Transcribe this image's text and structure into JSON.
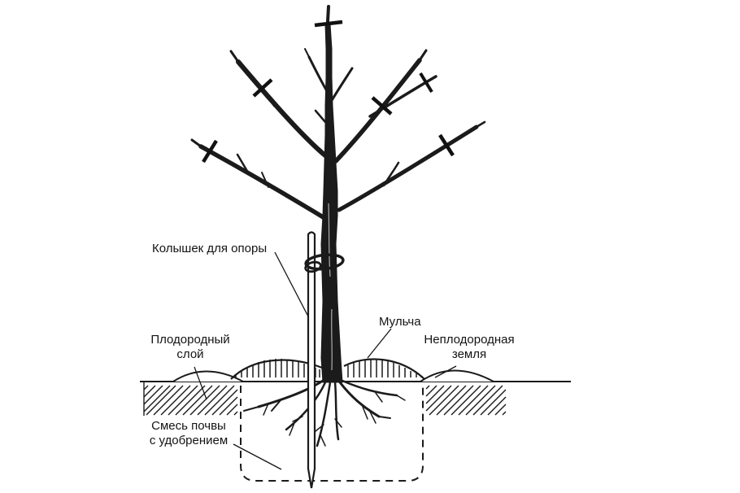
{
  "diagram": {
    "type": "tree-planting-scheme",
    "colors": {
      "ink": "#1b1b1b",
      "background": "#ffffff"
    },
    "labels": {
      "stake": "Колышек для опоры",
      "mulch": "Мульча",
      "infertile_soil": "Неплодородная\nземля",
      "fertile_layer": "Плодородный\nслой",
      "soil_mix": "Смесь почвы\nс удобрением"
    }
  }
}
